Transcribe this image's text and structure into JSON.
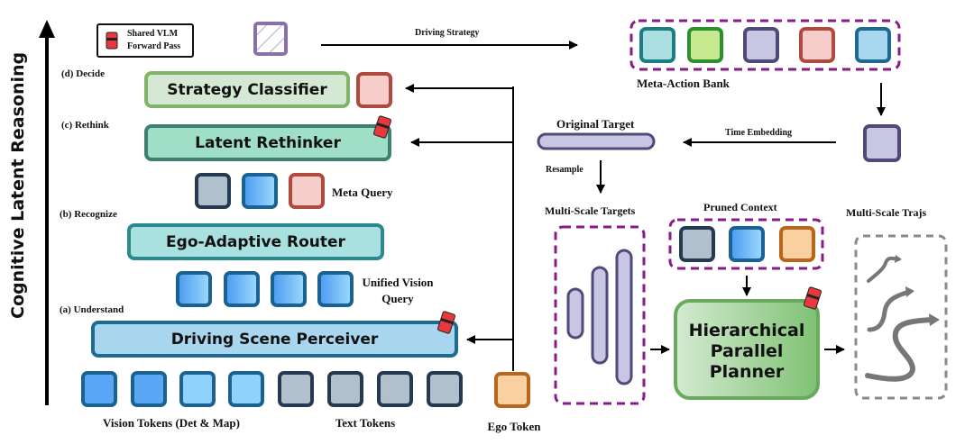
{
  "axis": {
    "label": "Cognitive Latent Reasoning"
  },
  "legend": {
    "icon": "cola-can-icon",
    "label_line1": "Shared VLM",
    "label_line2": "Forward Pass"
  },
  "stages": {
    "decide": "(d) Decide",
    "rethink": "(c) Rethink",
    "recognize": "(b) Recognize",
    "understand": "(a) Understand"
  },
  "blocks": {
    "strategy_classifier": "Strategy Classifier",
    "latent_rethinker": "Latent Rethinker",
    "ego_adaptive_router": "Ego-Adaptive Router",
    "driving_scene_perceiver": "Driving Scene Perceiver",
    "hierarchical_planner_line1": "Hierarchical",
    "hierarchical_planner_line2": "Parallel",
    "hierarchical_planner_line3": "Planner"
  },
  "labels": {
    "meta_query": "Meta Query",
    "unified_vision_query_line1": "Unified Vision",
    "unified_vision_query_line2": "Query",
    "vision_tokens": "Vision Tokens (Det & Map)",
    "text_tokens": "Text Tokens",
    "ego_token": "Ego Token",
    "driving_strategy": "Driving Strategy",
    "meta_action_bank": "Meta-Action Bank",
    "time_embedding": "Time Embedding",
    "original_target": "Original Target",
    "resample": "Resample",
    "multi_scale_targets": "Multi-Scale Targets",
    "pruned_context": "Pruned Context",
    "multi_scale_trajs": "Multi-Scale Trajs"
  },
  "colors": {
    "classifier_fill": "#d5e8d4",
    "classifier_border": "#82b366",
    "rethinker_fill": "#9fdfc7",
    "rethinker_border": "#3f7f72",
    "router_fill": "#a9e1e0",
    "router_border": "#2a8a8e",
    "perceiver_fill": "#a8d6ee",
    "perceiver_border": "#1f6a93",
    "planner_fill_start": "#d2e9cf",
    "planner_fill_end": "#84c47a",
    "planner_border": "#6aaa5e",
    "purple_dash": "#8a1a8a",
    "gray_dash": "#8a8a8a",
    "token_blue": "#5aa8f5",
    "token_lightblue": "#8fd2fb",
    "token_blue_border": "#1b6293",
    "token_gray": "#b0c0cc",
    "token_gray_border": "#253a50",
    "token_red": "#f7cdcb",
    "token_red_border": "#b04a3e",
    "token_orange": "#f9d0a0",
    "token_orange_border": "#b8661c",
    "token_purple": "#c9c6e3",
    "token_purple_border": "#4f4b78",
    "token_teal": "#a9dfe0",
    "token_teal_border": "#1d7c84",
    "token_green": "#c7ea90",
    "token_green_border": "#2e8f2e",
    "token_sky": "#a8d8ef",
    "token_sky_border": "#1f6890"
  }
}
